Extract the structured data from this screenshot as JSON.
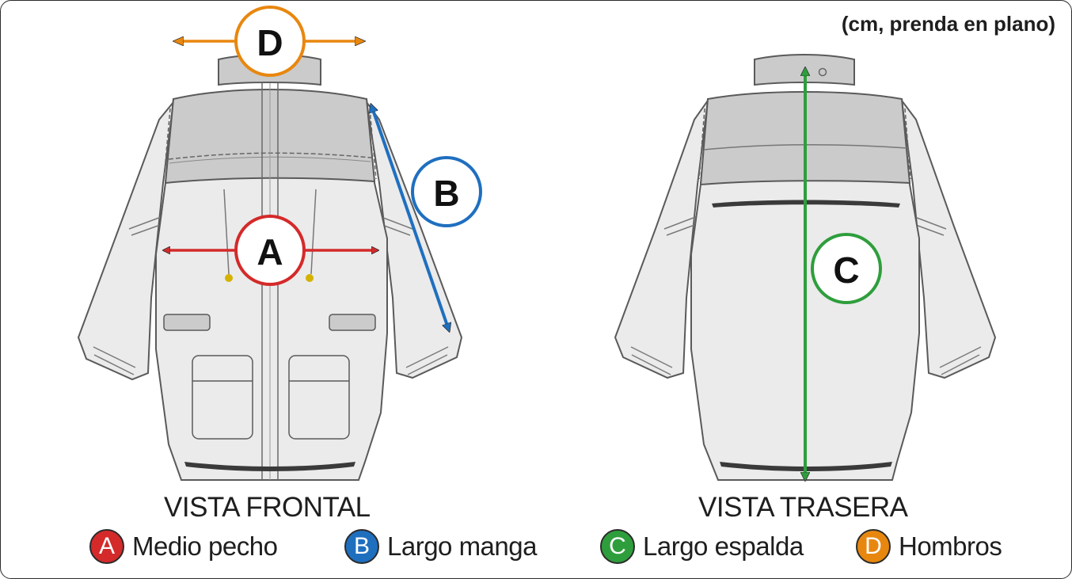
{
  "units_note": "(cm, prenda en plano)",
  "views": {
    "front": "VISTA FRONTAL",
    "back": "VISTA TRASERA"
  },
  "measurements": [
    {
      "key": "A",
      "label": "Medio pecho",
      "color": "#d42a2a"
    },
    {
      "key": "B",
      "label": "Largo manga",
      "color": "#1f6fbf"
    },
    {
      "key": "C",
      "label": "Largo espalda",
      "color": "#2e9e3c"
    },
    {
      "key": "D",
      "label": "Hombros",
      "color": "#e8870f"
    }
  ],
  "colors": {
    "garment_fill": "#ebebeb",
    "yoke_fill": "#cbcbcb",
    "outline": "#5a5a5a",
    "button_dots": "#d4b200"
  }
}
